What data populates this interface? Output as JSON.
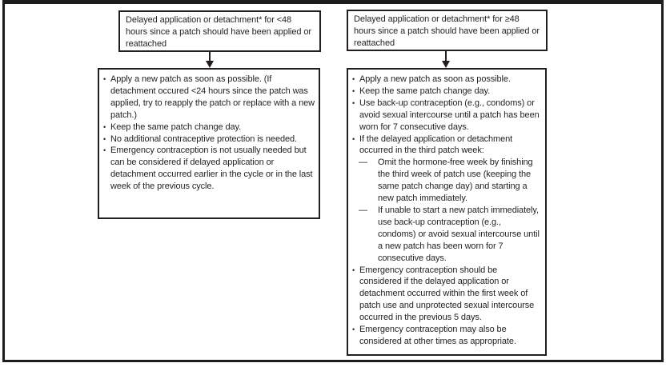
{
  "glyphs": {
    "bullet": "•",
    "dash": "—"
  },
  "flowchart": {
    "left": {
      "header": "Delayed application or detachment* for <48 hours since a patch should have been applied or reattached",
      "items": [
        {
          "level": "bullet",
          "text": "Apply a new patch as soon as possible. (If detachment occured <24 hours since the patch was applied, try to reapply the patch or replace with a new patch.)"
        },
        {
          "level": "bullet",
          "text": "Keep the same patch change day."
        },
        {
          "level": "bullet",
          "text": "No additional contraceptive protection is needed."
        },
        {
          "level": "bullet",
          "text": "Emergency contraception is not usually needed but can be considered if delayed application or detachment occurred earlier in the cycle or in the last week of the previous cycle."
        }
      ]
    },
    "right": {
      "header": "Delayed application or detachment* for ≥48 hours since a patch should have been applied or reattached",
      "items": [
        {
          "level": "bullet",
          "text": "Apply a new patch as soon as possible."
        },
        {
          "level": "bullet",
          "text": "Keep the same patch change day."
        },
        {
          "level": "bullet",
          "text": "Use back-up contraception (e.g., condoms) or avoid sexual intercourse until a patch has been worn for 7 consecutive days."
        },
        {
          "level": "bullet",
          "text": "If the delayed application or detachment occurred in the third patch week:"
        },
        {
          "level": "sub-dash",
          "text": "Omit the hormone-free week by finishing the third week of patch use (keeping the same patch change day) and starting a new patch immediately."
        },
        {
          "level": "sub-dash",
          "text": "If unable to start a new patch immediately, use back-up contraception (e.g., condoms) or avoid sexual intercourse until a new patch has been worn for 7 consecutive days."
        },
        {
          "level": "bullet",
          "text": "Emergency contraception should be considered if the delayed application or detachment occurred within the first week of patch use and unprotected sexual intercourse occurred in the previous 5 days."
        },
        {
          "level": "bullet",
          "text": "Emergency contraception may also be considered at other times as appropriate."
        }
      ]
    }
  }
}
